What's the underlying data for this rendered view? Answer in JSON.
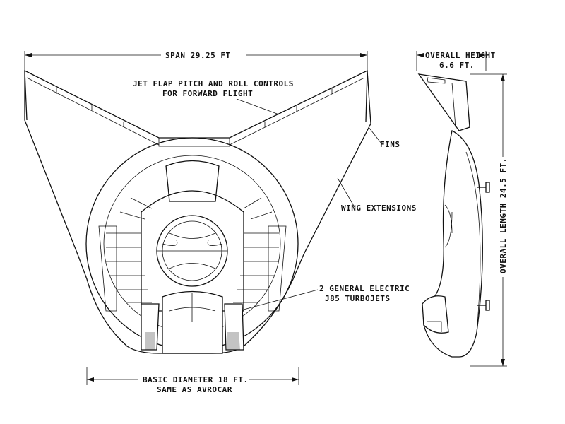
{
  "labels": {
    "span": "SPAN 29.25 FT",
    "jet_flap_line1": "JET FLAP PITCH AND ROLL CONTROLS",
    "jet_flap_line2": "FOR FORWARD FLIGHT",
    "fins": "FINS",
    "wing_extensions": "WING EXTENSIONS",
    "turbojets_line1": "2 GENERAL ELECTRIC",
    "turbojets_line2": "J85 TURBOJETS",
    "diameter_line1": "BASIC DIAMETER 18 FT.",
    "diameter_line2": "SAME AS AVROCAR",
    "overall_height_line1": "OVERALL HEIGHT",
    "overall_height_line2": "6.6 FT.",
    "overall_length": "OVERALL LENGTH 24.5 FT."
  }
}
